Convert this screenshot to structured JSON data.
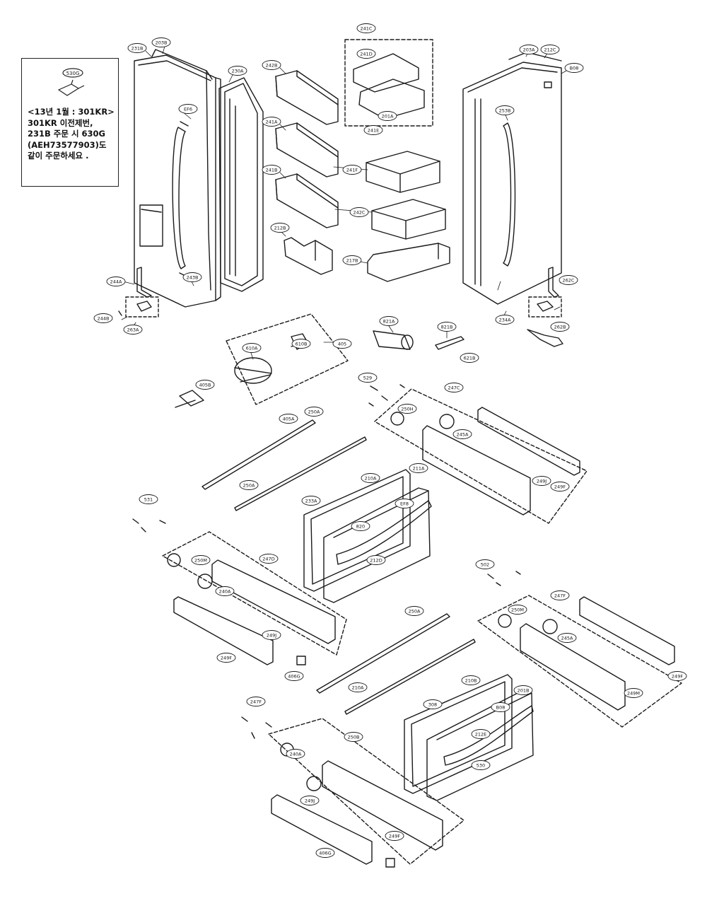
{
  "note": {
    "part_label": "530G",
    "lines": [
      "<13년 1월 : 301KR>",
      "301KR 이전제번,",
      "231B 주문 시 630G",
      "(AEH73577903)도",
      "같이 주문하세요 ."
    ]
  },
  "callouts": [
    "231B",
    "203B",
    "230A",
    "EF6",
    "242B",
    "241A",
    "241B",
    "241C",
    "241D",
    "241E",
    "241F",
    "242C",
    "201A",
    "203A",
    "212C",
    "B08",
    "253B",
    "243B",
    "262C",
    "244A",
    "244B",
    "263A",
    "212B",
    "217B",
    "262B",
    "234A",
    "821A",
    "821B",
    "621B",
    "610A",
    "610B",
    "405",
    "405A",
    "405B",
    "529",
    "247C",
    "250H",
    "245A",
    "249J",
    "249F",
    "233A",
    "210A",
    "211A",
    "EF8",
    "820",
    "212D",
    "250A",
    "250A",
    "531",
    "247D",
    "250M",
    "240A",
    "249J",
    "249F",
    "406G",
    "502",
    "247F",
    "250M",
    "245A",
    "249F",
    "249M",
    "250A",
    "210A",
    "210B",
    "201B",
    "308",
    "B08",
    "212E",
    "530",
    "247F",
    "250B",
    "240A",
    "249J",
    "249F",
    "406G"
  ]
}
